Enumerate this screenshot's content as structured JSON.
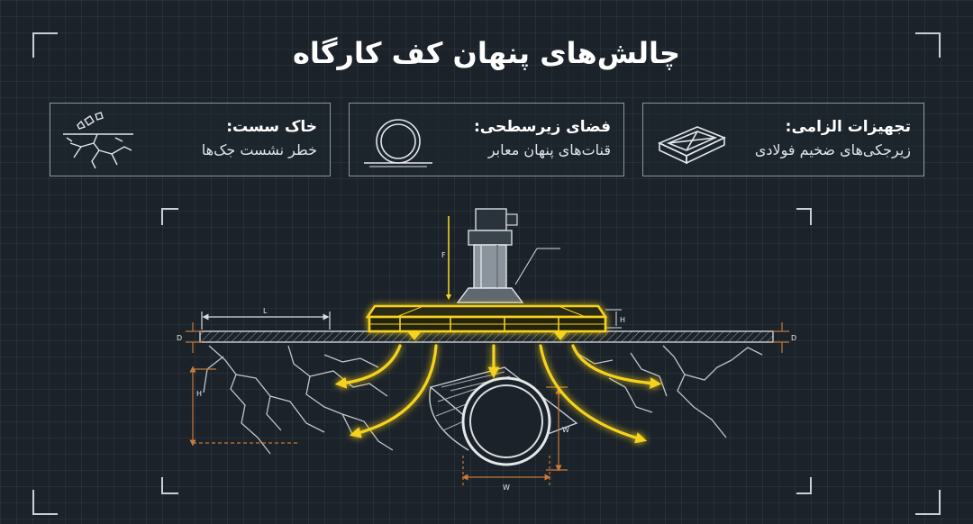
{
  "title": "چالش‌های پنهان کف کارگاه",
  "cards": [
    {
      "title": "تجهیزات الزامی:",
      "subtitle": "زیرجکی‌های ضخیم فولادی",
      "icon": "steel-plate-icon"
    },
    {
      "title": "فضای زیرسطحی:",
      "subtitle": "قنات‌های پنهان معابر",
      "icon": "pipe-icon"
    },
    {
      "title": "خاک سست:",
      "subtitle": "خطر نشست جک‌ها",
      "icon": "cracked-soil-icon"
    }
  ],
  "diagram": {
    "labels": {
      "force": "F",
      "length": "L",
      "left_thickness": "D",
      "right_thickness": "D",
      "plate_height": "H",
      "depth": "H",
      "pipe_width_v": "W",
      "pipe_width_h": "W"
    },
    "colors": {
      "highlight": "#f5d21f",
      "dimension": "#c77a3a",
      "line": "#d9dde1"
    }
  }
}
